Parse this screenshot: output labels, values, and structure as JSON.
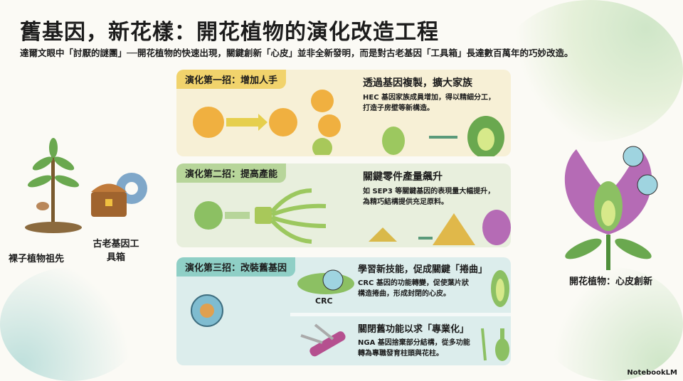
{
  "title": "舊基因，新花樣：開花植物的演化改造工程",
  "subtitle": "達爾文眼中「討厭的謎團」──開花植物的快速出現，關鍵創新「心皮」並非全新發明，而是對古老基因「工具箱」長達數百萬年的巧妙改造。",
  "left": {
    "ancestor": "裸子植物祖先",
    "toolbox": "古老基因工具箱"
  },
  "right": {
    "flower": "開花植物：心皮創新"
  },
  "steps": [
    {
      "tag": "演化第一招：增加人手",
      "heading": "透過基因複製，擴大家族",
      "desc": "HEC 基因家族成員增加，得以精細分工，打造子房壁等新構造。"
    },
    {
      "tag": "演化第二招：提高產能",
      "heading": "關鍵零件產量飆升",
      "desc": "如 SEP3 等關鍵基因的表現量大幅提升，為精巧結構提供充足原料。"
    },
    {
      "tag": "演化第三招：改裝舊基因",
      "items": [
        {
          "heading": "學習新技能，促成關鍵「捲曲」",
          "desc": "CRC 基因的功能轉變，促使葉片狀構造捲曲，形成封閉的心皮。",
          "label": "CRC"
        },
        {
          "heading": "關閉舊功能以求「專業化」",
          "desc": "NGA 基因捨棄部分結構，從多功能轉為專職發育柱頭與花柱。"
        }
      ]
    }
  ],
  "brand": "NotebookLM",
  "colors": {
    "gold": "#f1d36c",
    "green": "#b7d59a",
    "teal": "#8fcfc6",
    "purple": "#b56bb5"
  }
}
